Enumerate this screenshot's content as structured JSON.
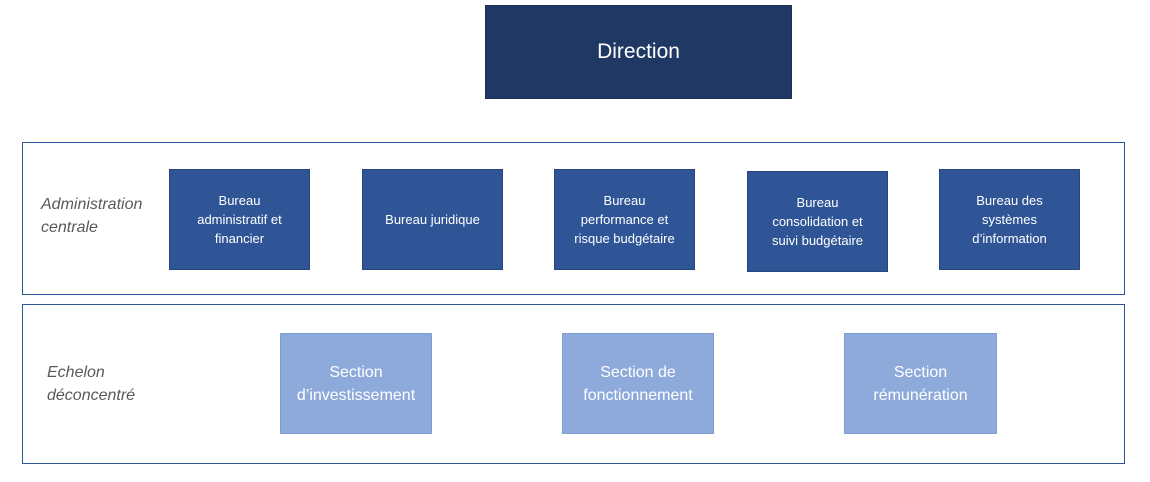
{
  "direction": {
    "label": "Direction"
  },
  "administration_centrale": {
    "label": "Administration\ncentrale",
    "bureaux": [
      {
        "label": "Bureau\nadministratif et\nfinancier"
      },
      {
        "label": "Bureau juridique"
      },
      {
        "label": "Bureau\nperformance  et\nrisque budgétaire"
      },
      {
        "label": "Bureau\nconsolidation et\nsuivi budgétaire"
      },
      {
        "label": "Bureau des\nsystèmes\nd’information"
      }
    ]
  },
  "echelon_deconcentre": {
    "label": "Echelon\ndéconcentré",
    "sections": [
      {
        "label": "Section\nd’investissement"
      },
      {
        "label": "Section de\nfonctionnement"
      },
      {
        "label": "Section\nrémunération"
      }
    ]
  },
  "colors": {
    "direction": "#203864",
    "bureau": "#2f5597",
    "section": "#8eaadb",
    "panel_border": "#2f5597",
    "side_label": "#595959"
  }
}
